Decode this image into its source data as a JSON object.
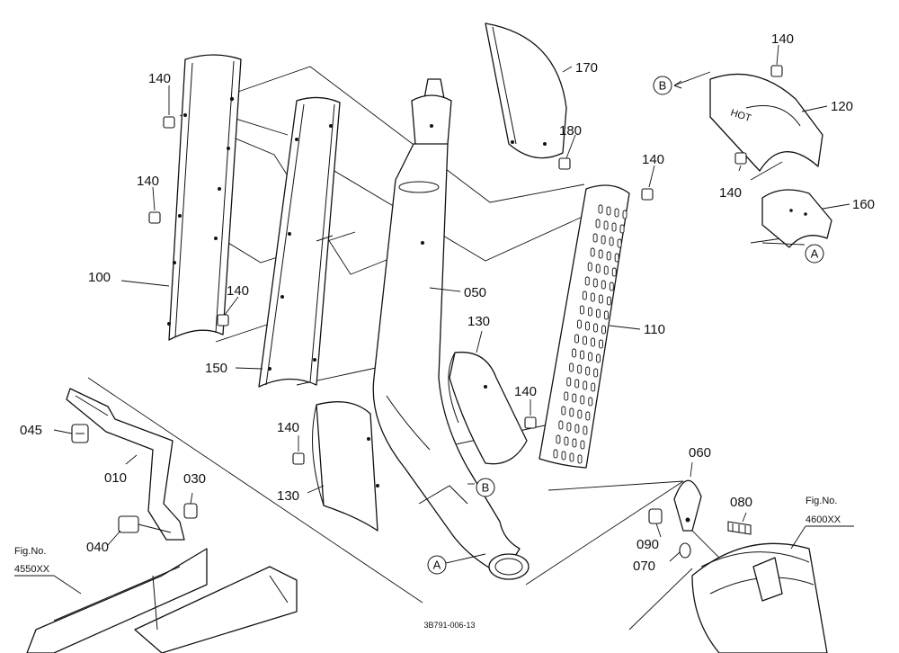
{
  "drawing_code": "3B791-006-13",
  "labels": {
    "p010": "010",
    "p030": "030",
    "p040": "040",
    "p045": "045",
    "p050": "050",
    "p060": "060",
    "p070": "070",
    "p080": "080",
    "p090": "090",
    "p100": "100",
    "p110": "110",
    "p120": "120",
    "p130a": "130",
    "p130b": "130",
    "p140a": "140",
    "p140b": "140",
    "p140c": "140",
    "p140d": "140",
    "p140e": "140",
    "p140f": "140",
    "p140g": "140",
    "p150": "150",
    "p160": "160",
    "p170": "170",
    "p180": "180"
  },
  "callouts": {
    "a1": "A",
    "a2": "A",
    "b1": "B",
    "b2": "B"
  },
  "fig_refs": {
    "left_title": "Fig.No.",
    "left_number": "4550XX",
    "right_title": "Fig.No.",
    "right_number": "4600XX"
  },
  "decals": {
    "hot": "HOT"
  }
}
